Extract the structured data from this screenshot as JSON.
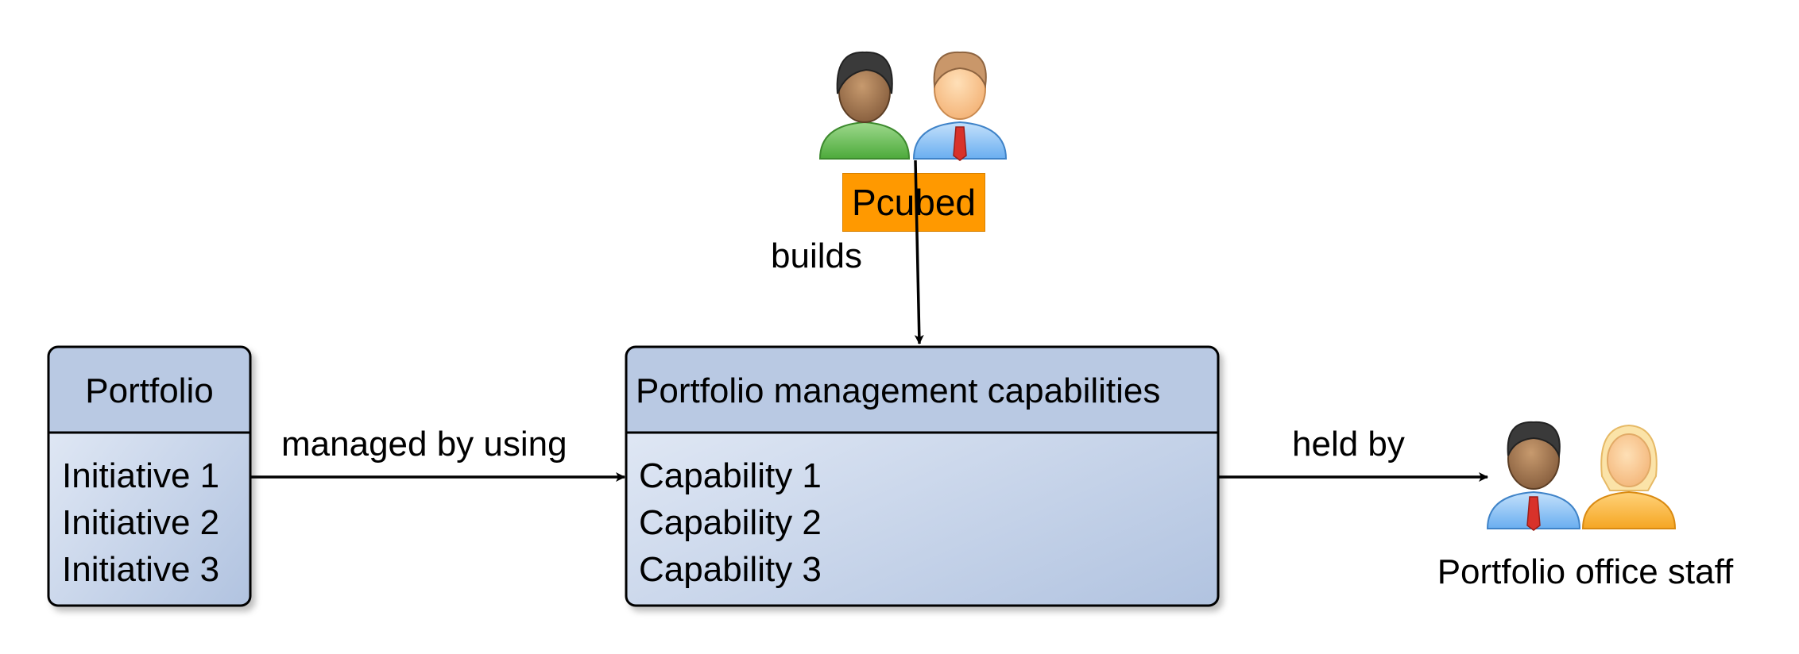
{
  "actors": {
    "builder": {
      "label": "Pcubed",
      "label_color": "#ff9900"
    },
    "holder": {
      "label": "Portfolio office staff"
    }
  },
  "portfolio": {
    "title": "Portfolio",
    "items": [
      "Initiative 1",
      "Initiative 2",
      "Initiative 3"
    ]
  },
  "capabilities": {
    "title": "Portfolio management capabilities",
    "items": [
      "Capability 1",
      "Capability 2",
      "Capability 3"
    ]
  },
  "edges": {
    "builds": "builds",
    "managed_by": "managed by using",
    "held_by": "held by"
  },
  "colors": {
    "box_header": "#b9c9e3",
    "box_body_light": "#e6edf7",
    "box_body_dark": "#b3c5e1",
    "accent": "#ff9900"
  }
}
